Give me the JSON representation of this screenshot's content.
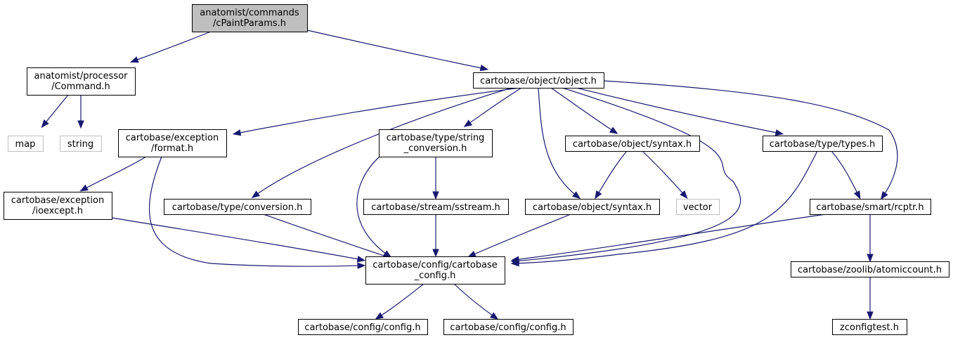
{
  "colors": {
    "edge": "#191970",
    "node_border": "#000000",
    "node_fill": "#ffffff",
    "root_fill": "#bfbfbf",
    "external_border": "#bfbfbf"
  },
  "nodes": [
    {
      "id": "root",
      "kind": "root",
      "lines": [
        "anatomist/commands",
        "/cPaintParams.h"
      ]
    },
    {
      "id": "command",
      "kind": "normal",
      "lines": [
        "anatomist/processor",
        "/Command.h"
      ]
    },
    {
      "id": "object",
      "kind": "normal",
      "lines": [
        "cartobase/object/object.h"
      ]
    },
    {
      "id": "map",
      "kind": "external",
      "lines": [
        "map"
      ]
    },
    {
      "id": "string",
      "kind": "external",
      "lines": [
        "string"
      ]
    },
    {
      "id": "format",
      "kind": "normal",
      "lines": [
        "cartobase/exception",
        "/format.h"
      ]
    },
    {
      "id": "stringconv",
      "kind": "normal",
      "lines": [
        "cartobase/type/string",
        "_conversion.h"
      ]
    },
    {
      "id": "syntax1",
      "kind": "normal",
      "lines": [
        "cartobase/object/syntax.h"
      ]
    },
    {
      "id": "types",
      "kind": "normal",
      "lines": [
        "cartobase/type/types.h"
      ]
    },
    {
      "id": "ioexcept",
      "kind": "normal",
      "lines": [
        "cartobase/exception",
        "/ioexcept.h"
      ]
    },
    {
      "id": "conversion",
      "kind": "normal",
      "lines": [
        "cartobase/type/conversion.h"
      ]
    },
    {
      "id": "sstream",
      "kind": "normal",
      "lines": [
        "cartobase/stream/sstream.h"
      ]
    },
    {
      "id": "syntax2",
      "kind": "normal",
      "lines": [
        "cartobase/object/syntax.h"
      ]
    },
    {
      "id": "vector",
      "kind": "external",
      "lines": [
        "vector"
      ]
    },
    {
      "id": "rcptr",
      "kind": "normal",
      "lines": [
        "cartobase/smart/rcptr.h"
      ]
    },
    {
      "id": "cbconfig",
      "kind": "normal",
      "lines": [
        "cartobase/config/cartobase",
        "_config.h"
      ]
    },
    {
      "id": "atomic",
      "kind": "normal",
      "lines": [
        "cartobase/zoolib/atomiccount.h"
      ]
    },
    {
      "id": "config1",
      "kind": "normal",
      "lines": [
        "cartobase/config/config.h"
      ]
    },
    {
      "id": "config2",
      "kind": "normal",
      "lines": [
        "cartobase/config/config.h"
      ]
    },
    {
      "id": "zconfig",
      "kind": "normal",
      "lines": [
        "zconfigtest.h"
      ]
    }
  ],
  "edges": [
    {
      "from": "root",
      "to": "command"
    },
    {
      "from": "root",
      "to": "object"
    },
    {
      "from": "command",
      "to": "map"
    },
    {
      "from": "command",
      "to": "string"
    },
    {
      "from": "object",
      "to": "format"
    },
    {
      "from": "object",
      "to": "conversion"
    },
    {
      "from": "object",
      "to": "stringconv"
    },
    {
      "from": "object",
      "to": "syntax2"
    },
    {
      "from": "object",
      "to": "syntax1"
    },
    {
      "from": "object",
      "to": "cbconfig"
    },
    {
      "from": "object",
      "to": "types"
    },
    {
      "from": "object",
      "to": "rcptr"
    },
    {
      "from": "format",
      "to": "ioexcept"
    },
    {
      "from": "format",
      "to": "cbconfig"
    },
    {
      "from": "ioexcept",
      "to": "cbconfig"
    },
    {
      "from": "conversion",
      "to": "cbconfig"
    },
    {
      "from": "stringconv",
      "to": "cbconfig"
    },
    {
      "from": "stringconv",
      "to": "sstream"
    },
    {
      "from": "sstream",
      "to": "cbconfig"
    },
    {
      "from": "syntax1",
      "to": "syntax2"
    },
    {
      "from": "syntax1",
      "to": "vector"
    },
    {
      "from": "syntax2",
      "to": "cbconfig"
    },
    {
      "from": "types",
      "to": "cbconfig"
    },
    {
      "from": "types",
      "to": "rcptr"
    },
    {
      "from": "rcptr",
      "to": "cbconfig"
    },
    {
      "from": "rcptr",
      "to": "atomic"
    },
    {
      "from": "cbconfig",
      "to": "config1"
    },
    {
      "from": "cbconfig",
      "to": "config2"
    },
    {
      "from": "atomic",
      "to": "zconfig"
    }
  ]
}
